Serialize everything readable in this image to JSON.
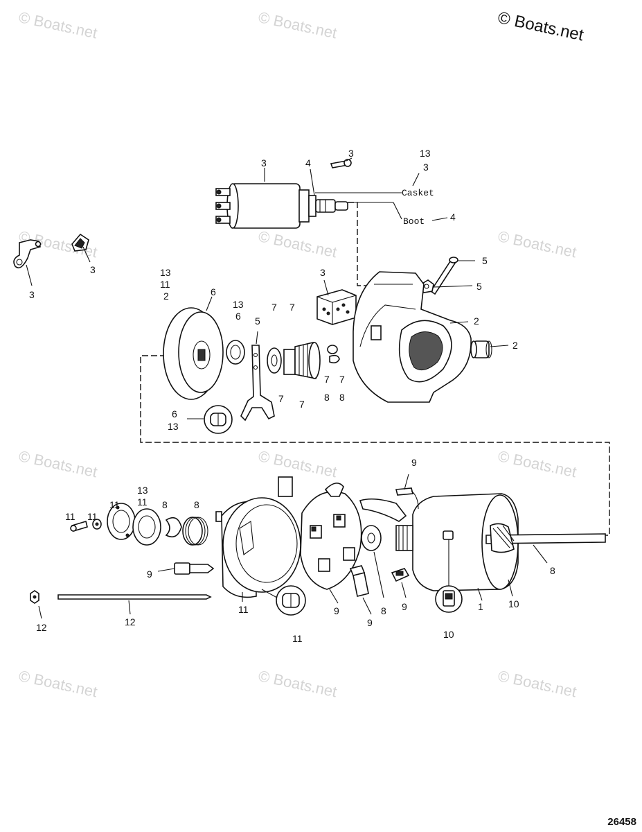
{
  "watermark": {
    "main": "© Boats.net",
    "tiles": [
      "© Boats.net",
      "© Boats.net",
      "© Boats.net",
      "© Boats.net",
      "© Boats.net",
      "© Boats.net",
      "© Boats.net",
      "© Boats.net",
      "© Boats.net",
      "© Boats.net",
      "© Boats.net"
    ]
  },
  "diagram_id": "26458",
  "callouts": {
    "gasket": "Casket",
    "boot": "Boot"
  },
  "part_labels": {
    "solenoid": "3",
    "solenoid_plunger": "4",
    "solenoid_screw": "3",
    "gasket_kit_a": "13",
    "gasket_kit_b": "3",
    "boot_ref": "4",
    "terminal_strap": "3",
    "terminal_clip": "3",
    "drive_housing_bolt": "5",
    "drive_housing_nut": "5",
    "brush_block": "3",
    "drive_housing": "2",
    "drive_bushing": "2",
    "end_plate_a": "13",
    "end_plate_b": "11",
    "end_plate_c": "2",
    "end_plate": "6",
    "seal_a": "13",
    "seal_b": "6",
    "shift_lever": "5",
    "washer_top": "7",
    "drive_gear_top": "7",
    "drive_collar_a": "7",
    "drive_collar_b": "8",
    "drive_ring_a": "7",
    "drive_ring_b": "8",
    "washer_bottom": "7",
    "drive_gear_bottom": "7",
    "bushing_a": "6",
    "bushing_b": "13",
    "screw_small": "11",
    "washer_small": "11",
    "plate_left": "11",
    "plate_right_a": "13",
    "plate_right_b": "11",
    "spring_a": "8",
    "spring_b": "8",
    "bolt_long": "9",
    "end_frame": "11",
    "bushing_end": "11",
    "brush_plate": "9",
    "brush": "9",
    "thrust_washer": "8",
    "brush_lower": "9",
    "lead_top": "9",
    "armature": "8",
    "frame": "1",
    "field_coil": "10",
    "plug": "10",
    "nut": "12",
    "through_bolt": "12"
  }
}
